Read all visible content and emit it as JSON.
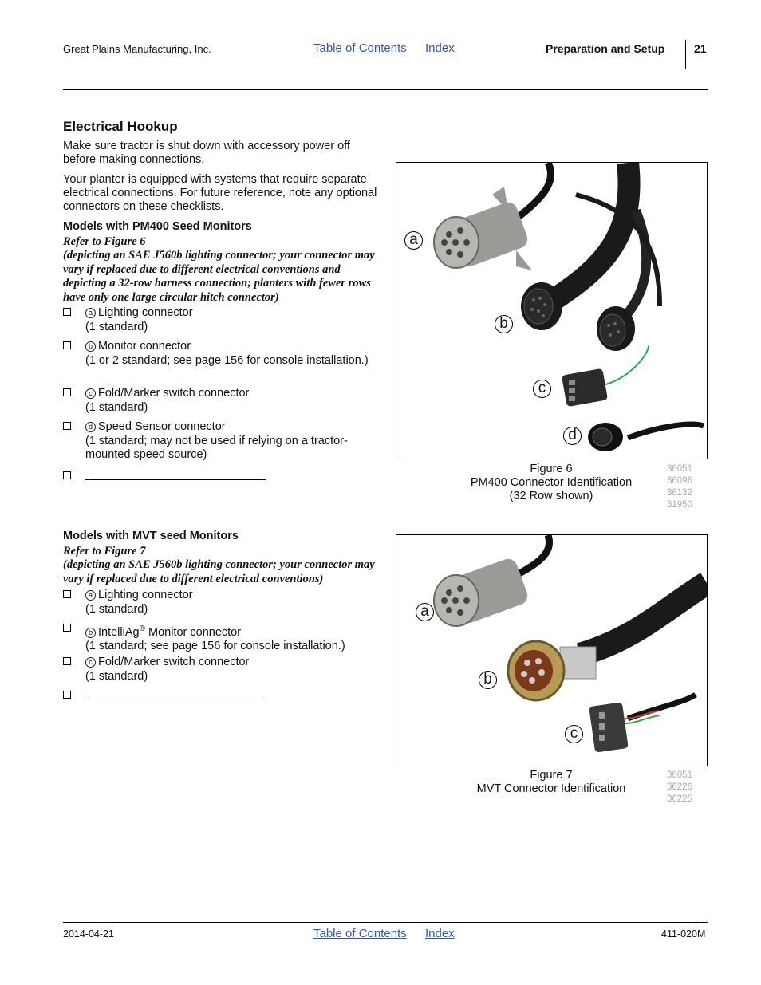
{
  "header": {
    "company": "Great Plains Manufacturing, Inc.",
    "toc_link": "Table of Contents",
    "index_link": "Index",
    "section": "Preparation and Setup",
    "page_number": "21"
  },
  "main": {
    "title": "Electrical Hookup",
    "intro1": "Make sure tractor is shut down with accessory power off before making connections.",
    "intro2": "Your planter is equipped with systems that require separate electrical connections. For future reference, note any optional connectors on these checklists.",
    "pm400": {
      "heading": "Models with PM400 Seed Monitors",
      "ref": "Refer to Figure 6",
      "ref_note": "(depicting an SAE J560b lighting connector; your connector may vary if replaced due to different electrical conventions and depicting a 32-row harness connection; planters with fewer rows have only one large circular hitch connector)",
      "items": [
        {
          "letter": "a",
          "label": "Lighting connector",
          "detail": "(1 standard)"
        },
        {
          "letter": "b",
          "label": "Monitor connector",
          "detail": "(1 or 2 standard; see page 156 for console installation.)"
        },
        {
          "letter": "c",
          "label": "Fold/Marker switch connector",
          "detail": "(1 standard)"
        },
        {
          "letter": "d",
          "label": "Speed Sensor connector",
          "detail": "(1 standard; may not be used if relying on a tractor-mounted speed source)"
        }
      ]
    },
    "mvt": {
      "heading": "Models with MVT seed Monitors",
      "ref": "Refer to Figure 7",
      "ref_note": "(depicting an SAE J560b lighting connector; your connector may vary if replaced due to different electrical conventions)",
      "items": [
        {
          "letter": "a",
          "label": "Lighting connector",
          "detail": "(1 standard)"
        },
        {
          "letter": "b",
          "label": "IntelliAg",
          "label_sup": "®",
          "label_rest": " Monitor connector",
          "detail": "(1 standard; see page 156 for console installation.)"
        },
        {
          "letter": "c",
          "label": "Fold/Marker switch connector",
          "detail": "(1 standard)"
        }
      ]
    }
  },
  "figure6": {
    "caption_line1": "Figure 6",
    "caption_line2": "PM400 Connector Identification",
    "caption_line3": "(32 Row shown)",
    "codes": [
      "36051",
      "36096",
      "36132",
      "31950"
    ],
    "callouts": [
      "a",
      "b",
      "c",
      "d"
    ]
  },
  "figure7": {
    "caption_line1": "Figure 7",
    "caption_line2": "MVT Connector Identification",
    "codes": [
      "36051",
      "36226",
      "36225"
    ],
    "callouts": [
      "a",
      "b",
      "c"
    ]
  },
  "footer": {
    "date": "2014-04-21",
    "toc_link": "Table of Contents",
    "index_link": "Index",
    "doc_number": "411-020M"
  }
}
